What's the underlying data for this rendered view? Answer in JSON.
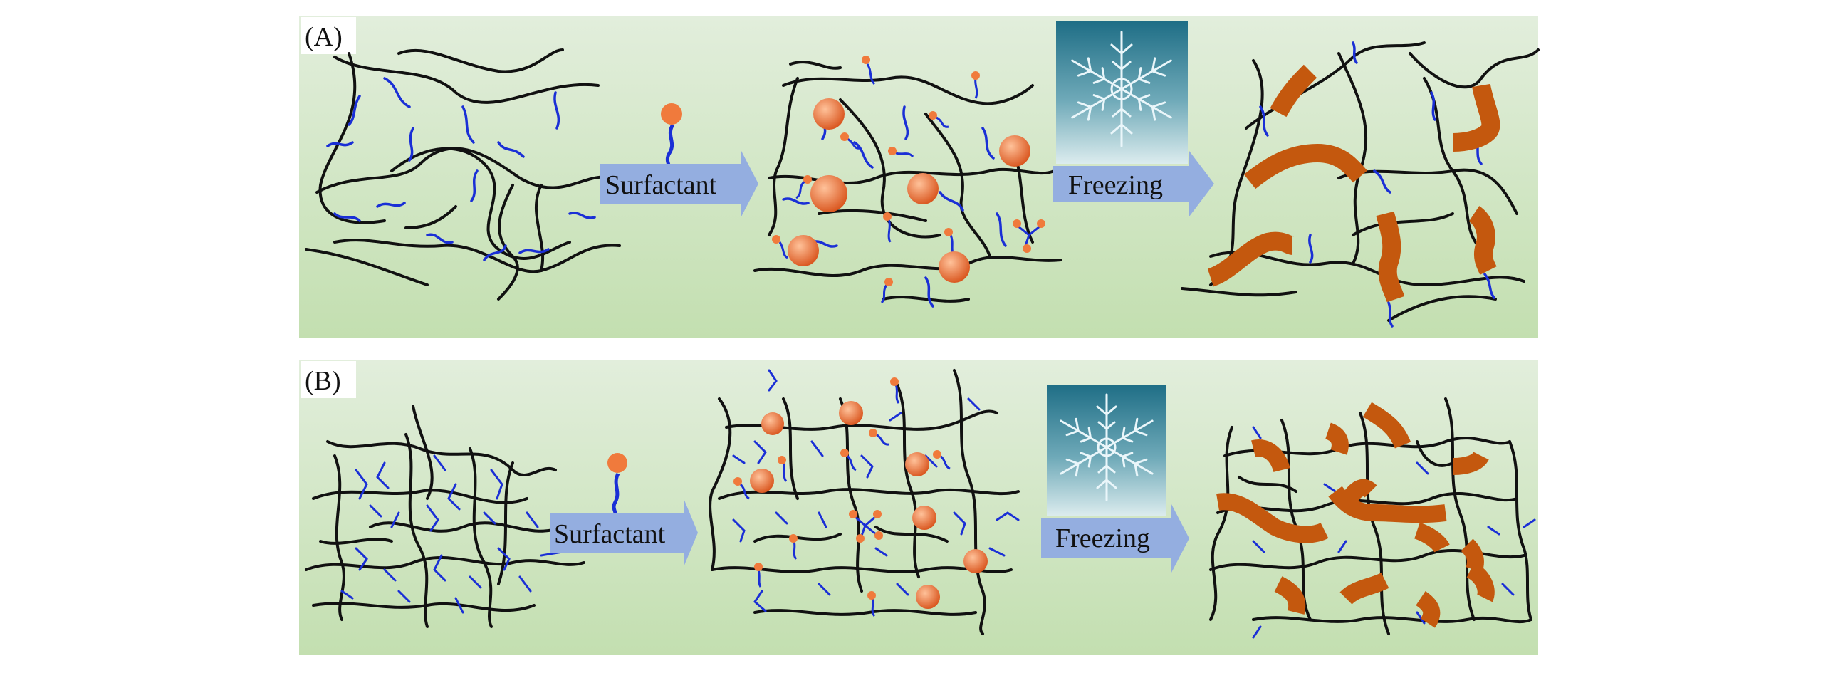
{
  "panels": [
    {
      "label": "(A)",
      "step1": "Surfactant",
      "step2": "Freezing"
    },
    {
      "label": "(B)",
      "step1": "Surfactant",
      "step2": "Freezing"
    }
  ],
  "colors": {
    "background_top": "#e2eedc",
    "background_bottom": "#c3dfb0",
    "polymer_chain": "#111111",
    "crosslink": "#1a2fd6",
    "surfactant_head": "#f07a3c",
    "micelle_light": "#ffc29a",
    "micelle_dark": "#d8521a",
    "aggregate": "#c4580e",
    "arrow_fill": "#94aee0",
    "snowflake_top": "#1f6e86",
    "snowflake_bottom": "#dcecee"
  },
  "icons": [
    "surfactant-molecule-icon",
    "snowflake-icon",
    "process-arrow-icon"
  ]
}
